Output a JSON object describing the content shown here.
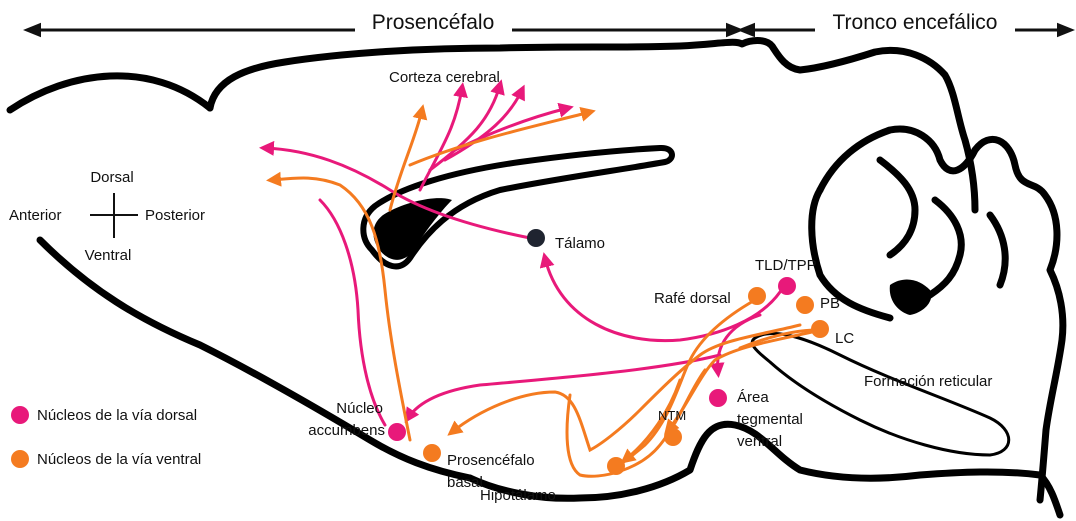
{
  "regions": {
    "forebrain": "Prosencéfalo",
    "brainstem": "Tronco encefálico"
  },
  "orientation": {
    "dorsal": "Dorsal",
    "ventral": "Ventral",
    "anterior": "Anterior",
    "posterior": "Posterior"
  },
  "labels": {
    "cortex": "Corteza cerebral",
    "thalamus": "Tálamo",
    "tld_tpp": "TLD/TPP",
    "raphe": "Rafé dorsal",
    "pb": "PB",
    "lc": "LC",
    "reticular": "Formación reticular",
    "vta_1": "Área",
    "vta_2": "tegmental",
    "vta_3": "ventral",
    "ntm": "NTM",
    "accumbens_1": "Núcleo",
    "accumbens_2": "accumbens",
    "basal_1": "Prosencéfalo",
    "basal_2": "basal",
    "hypothalamus": "Hipotálamo"
  },
  "legend": {
    "dorsal": "Núcleos de la vía dorsal",
    "ventral": "Núcleos de la vía ventral"
  },
  "colors": {
    "dorsal": "#e8197a",
    "ventral": "#f47b20",
    "thalamus": "#1f2430",
    "outline": "#000000"
  }
}
